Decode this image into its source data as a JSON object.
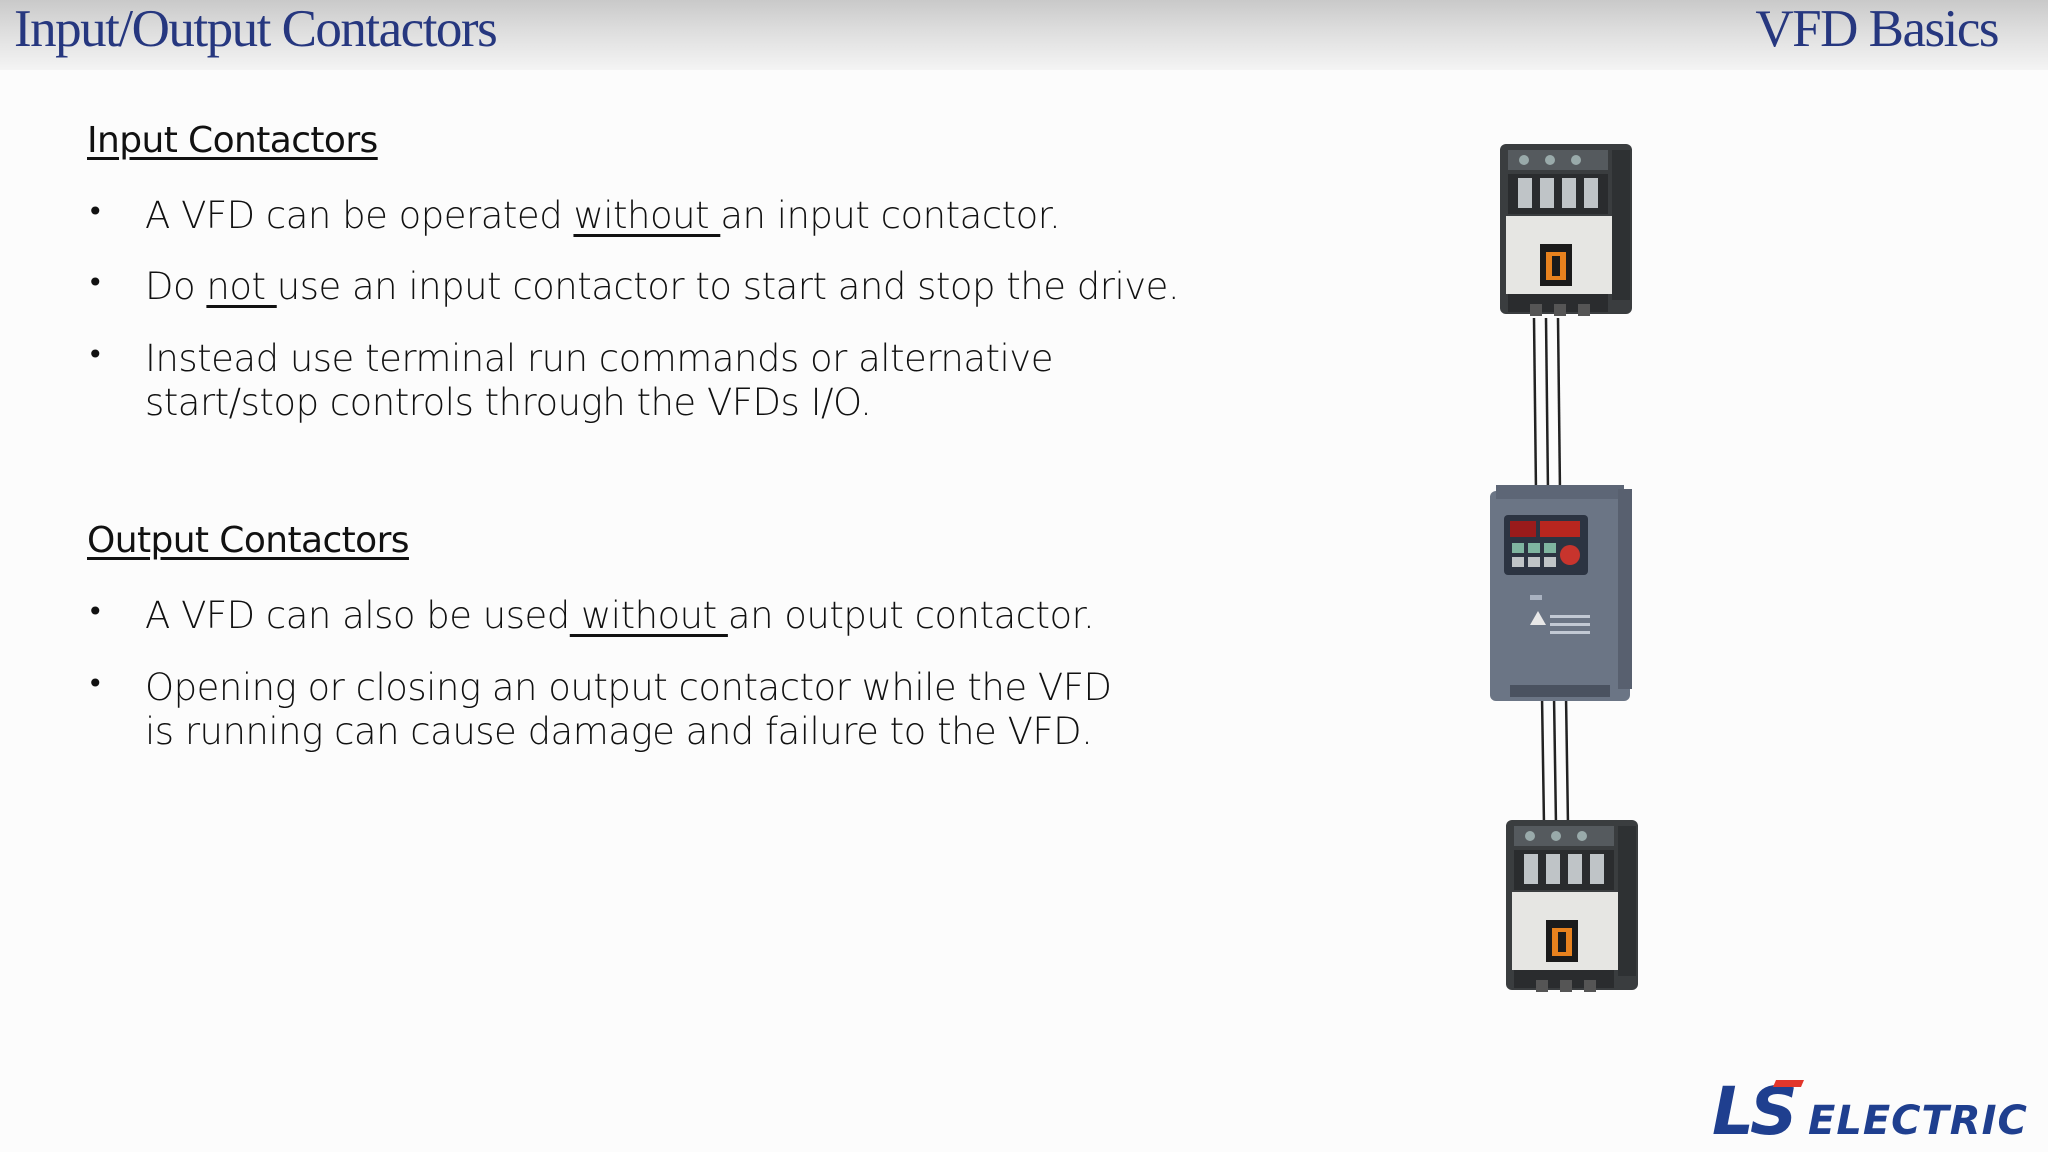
{
  "header": {
    "title": "Input/Output Contactors",
    "deck_title": "VFD Basics"
  },
  "sections": [
    {
      "heading": "Input Contactors",
      "bullets": [
        {
          "pre": "A VFD can be operated ",
          "u": "without ",
          "post": "an input contactor."
        },
        {
          "pre": "Do ",
          "u": "not ",
          "post": "use an input contactor to start and stop the drive."
        },
        {
          "pre": "Instead use terminal run commands or alternative start/stop controls through the VFDs I/O.",
          "u": "",
          "post": ""
        }
      ]
    },
    {
      "heading": "Output Contactors",
      "bullets": [
        {
          "pre": "A VFD can also be used",
          "u": " without ",
          "post": "an output contactor."
        },
        {
          "pre": "Opening or closing an output contactor while the VFD is running can cause damage and failure to the VFD.",
          "u": "",
          "post": ""
        }
      ]
    }
  ],
  "figure": {
    "components": [
      "contactor-icon",
      "vfd-drive-icon",
      "contactor-icon"
    ]
  },
  "logo": {
    "text": "LS ELECTRIC"
  },
  "colors": {
    "title": "#26377f",
    "logo_blue": "#1f3f8f",
    "logo_red": "#e2362b",
    "coil": "#e8821e"
  }
}
